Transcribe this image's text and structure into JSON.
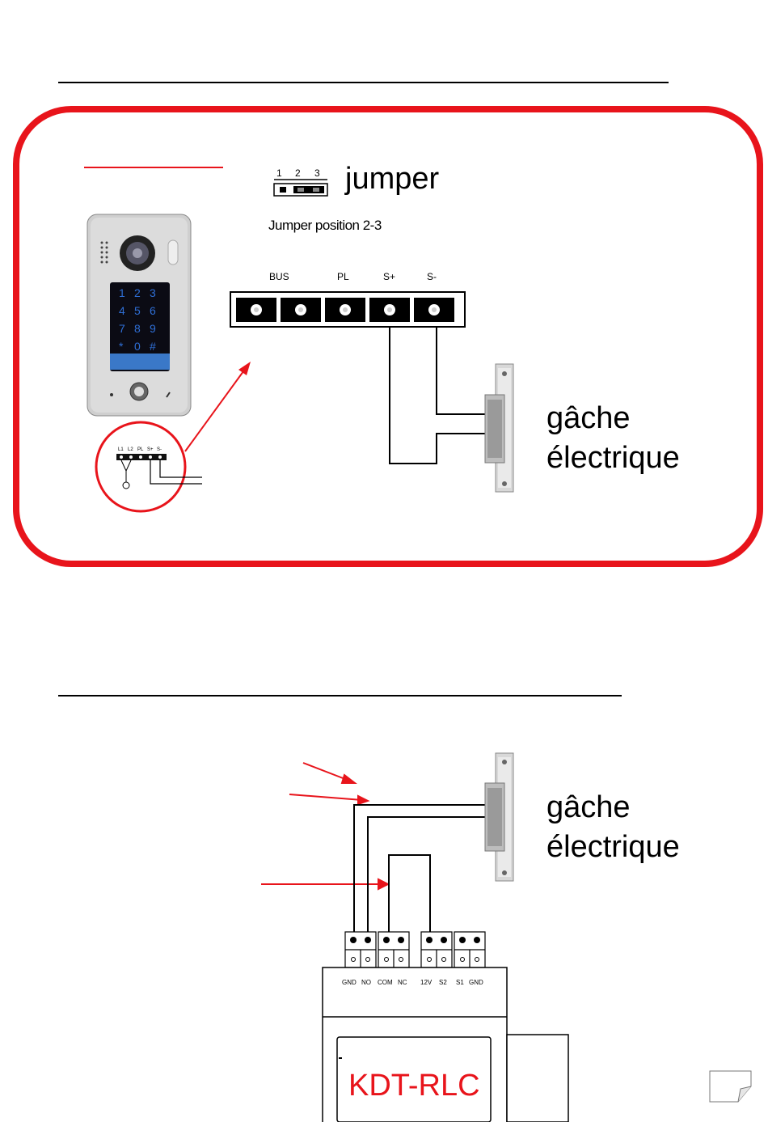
{
  "section1": {
    "jumper_pins": [
      "1",
      "2",
      "3"
    ],
    "jumper_title": "jumper",
    "jumper_position": "Jumper position  2-3",
    "terminal_labels": [
      "BUS",
      "PL",
      "S+",
      "S-"
    ],
    "keypad_keys": [
      "1",
      "2",
      "3",
      "4",
      "5",
      "6",
      "7",
      "8",
      "9",
      "*",
      "0",
      "#"
    ],
    "mini_terminal_labels": [
      "L1",
      "L2",
      "PL",
      "S+",
      "S-"
    ],
    "lock_label_line1": "gâche",
    "lock_label_line2": "électrique"
  },
  "section2": {
    "lock_label_line1": "gâche",
    "lock_label_line2": "électrique",
    "relay_terminal_labels": [
      "GND",
      "NO",
      "COM",
      "NC",
      "12V",
      "S2",
      "S1",
      "GND"
    ],
    "module_name": "KDT-RLC"
  },
  "colors": {
    "accent_red": "#e8141b",
    "line_black": "#000000",
    "keypad_blue": "#2f6fd6",
    "panel_silver": "#c9c9c9"
  }
}
